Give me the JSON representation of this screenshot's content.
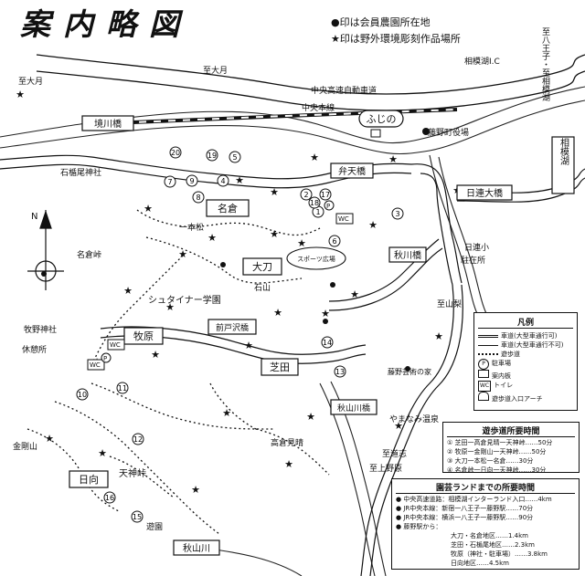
{
  "title": "案内略図",
  "notes": [
    {
      "symbol": "●",
      "text": "印は会員農園所在地"
    },
    {
      "symbol": "★",
      "text": "印は野外環境彫刻作品場所"
    }
  ],
  "roads": {
    "chuo_expressway": "中央高速自動車道",
    "chuo_line": "中央本線",
    "to_hachioji": "至八王子・至相模湖",
    "to_ootsuki_1": "至大月",
    "to_ootsuki_2": "至大月",
    "ic": "相模湖I.C",
    "to_uenohara": "至上野原",
    "to_yashikun": "至山梨"
  },
  "places": [
    {
      "id": "fujino_station",
      "label": "ふじの"
    },
    {
      "id": "town_office",
      "label": "藤野町役場"
    },
    {
      "id": "sakaigawa_bridge",
      "label": "境川橋"
    },
    {
      "id": "ishiwari_shrine",
      "label": "石楯尾神社"
    },
    {
      "id": "benten_bridge",
      "label": "弁天橋"
    },
    {
      "id": "hinode_bridge",
      "label": "日連大橋"
    },
    {
      "id": "sagami_lake",
      "label": "相模湖"
    },
    {
      "id": "hinode_school",
      "label": "日連小"
    },
    {
      "id": "nagura",
      "label": "名倉"
    },
    {
      "id": "nagura_pass",
      "label": "名倉峠"
    },
    {
      "id": "ichirimatsu",
      "label": "一本松"
    },
    {
      "id": "ooto",
      "label": "大刀"
    },
    {
      "id": "sports_park",
      "label": "スポーツ広場"
    },
    {
      "id": "ishiyama",
      "label": "石山"
    },
    {
      "id": "akikawa_bridge",
      "label": "秋川橋"
    },
    {
      "id": "police",
      "label": "駐在所"
    },
    {
      "id": "steiner",
      "label": "シュタイナー学園"
    },
    {
      "id": "makino_shrine",
      "label": "牧野神社"
    },
    {
      "id": "kyukei",
      "label": "休憩所"
    },
    {
      "id": "makino",
      "label": "牧原"
    },
    {
      "id": "maedo_bridge",
      "label": "前戸沢橋"
    },
    {
      "id": "shiba",
      "label": "芝田"
    },
    {
      "id": "yoshino",
      "label": "藤野芸術の家"
    },
    {
      "id": "akiyama_bridge",
      "label": "秋山川橋"
    },
    {
      "id": "takakura",
      "label": "高倉見晴"
    },
    {
      "id": "tenjin",
      "label": "天神峠"
    },
    {
      "id": "hinata",
      "label": "日向"
    },
    {
      "id": "yamamichi",
      "label": "やまなみ温泉"
    },
    {
      "id": "to_mitsushi",
      "label": "至道志"
    },
    {
      "id": "akiyama_river",
      "label": "秋山川"
    },
    {
      "id": "yuuhoen",
      "label": "遊園"
    },
    {
      "id": "kinugasa",
      "label": "金剛山"
    }
  ],
  "legend": {
    "title": "凡例",
    "items": [
      {
        "symbol": "road-double",
        "text": "車道(大型車通行可)"
      },
      {
        "symbol": "road-narrow",
        "text": "車道(大型車通行不可)"
      },
      {
        "symbol": "path-dotted",
        "text": "遊歩道"
      },
      {
        "symbol": "parking",
        "text": "駐車場"
      },
      {
        "symbol": "info",
        "text": "案内板"
      },
      {
        "symbol": "wc",
        "text": "トイレ"
      },
      {
        "symbol": "arch",
        "text": "遊歩道入口アーチ"
      }
    ]
  },
  "times": {
    "title": "遊歩道所要時間",
    "rows": [
      "① 芝田一高倉見晴一天神峠……50分",
      "② 牧原一金剛山一天神峠……50分",
      "③ 大刀一本松一名倉……30分",
      "④ 名倉峠一日向一天神峠……30分"
    ]
  },
  "access": {
    "title": "園芸ランドまでの所要時間",
    "rows": [
      "● 中央高速道路：相模湖インターランド入口……4km",
      "● JR中央本線：新宿一八王子一藤野駅……70分",
      "● JR中央本線：横浜一八王子一藤野駅……90分",
      "● 藤野駅から：",
      "大刀・名倉地区……1.4km",
      "芝田・石楯尾地区……2.3km",
      "牧原（神社・駐車場）……3.8km",
      "日向地区……4.5km"
    ]
  },
  "route_numbers": [
    "1",
    "2",
    "3",
    "4",
    "5",
    "6",
    "7",
    "8",
    "9",
    "10",
    "11",
    "12",
    "13",
    "14",
    "15",
    "16",
    "17",
    "18",
    "19",
    "20"
  ]
}
